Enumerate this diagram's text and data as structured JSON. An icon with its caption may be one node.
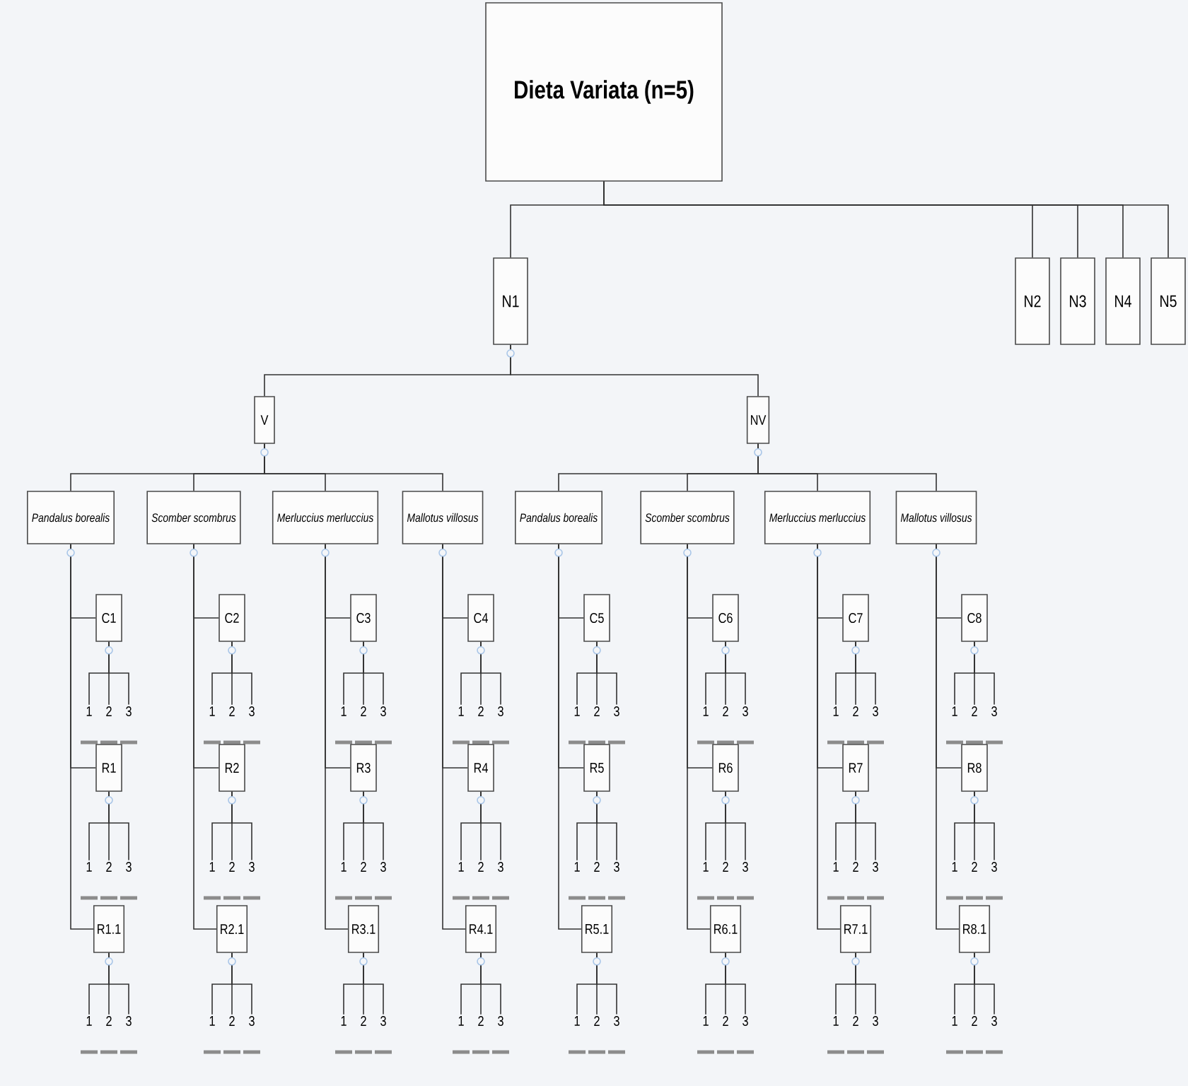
{
  "diagram": {
    "nodes": [
      {
        "text": [
          "Dieta Variata (n=5)"
        ]
      },
      {
        "text": [
          "N1"
        ]
      },
      {
        "text": [
          "N2"
        ]
      },
      {
        "text": [
          "N3"
        ]
      },
      {
        "text": [
          "N4"
        ]
      },
      {
        "text": [
          "N5"
        ]
      },
      {
        "text": [
          "V"
        ]
      },
      {
        "text": [
          "NV"
        ]
      },
      {
        "text": [
          "Pandalus borealis"
        ]
      },
      {
        "text": [
          "Scomber scombrus"
        ]
      },
      {
        "text": [
          "Merluccius merluccius"
        ]
      },
      {
        "text": [
          "Mallotus villosus"
        ]
      },
      {
        "text": [
          "Pandalus borealis"
        ]
      },
      {
        "text": [
          "Scomber scombrus"
        ]
      },
      {
        "text": [
          "Merluccius merluccius"
        ]
      },
      {
        "text": [
          "Mallotus villosus"
        ]
      },
      {
        "text": [
          "C1"
        ]
      },
      {
        "text": [
          "1"
        ]
      },
      {
        "text": [
          "2"
        ]
      },
      {
        "text": [
          "3"
        ]
      },
      {
        "text": [
          "R1"
        ]
      },
      {
        "text": [
          "1"
        ]
      },
      {
        "text": [
          "2"
        ]
      },
      {
        "text": [
          "3"
        ]
      },
      {
        "text": [
          "R1.1"
        ]
      },
      {
        "text": [
          "1"
        ]
      },
      {
        "text": [
          "2"
        ]
      },
      {
        "text": [
          "3"
        ]
      },
      {
        "text": [
          "C2"
        ]
      },
      {
        "text": [
          "1"
        ]
      },
      {
        "text": [
          "2"
        ]
      },
      {
        "text": [
          "3"
        ]
      },
      {
        "text": [
          "R2"
        ]
      },
      {
        "text": [
          "1"
        ]
      },
      {
        "text": [
          "2"
        ]
      },
      {
        "text": [
          "3"
        ]
      },
      {
        "text": [
          "R2.1"
        ]
      },
      {
        "text": [
          "1"
        ]
      },
      {
        "text": [
          "2"
        ]
      },
      {
        "text": [
          "3"
        ]
      },
      {
        "text": [
          "C3"
        ]
      },
      {
        "text": [
          "1"
        ]
      },
      {
        "text": [
          "2"
        ]
      },
      {
        "text": [
          "3"
        ]
      },
      {
        "text": [
          "R3"
        ]
      },
      {
        "text": [
          "1"
        ]
      },
      {
        "text": [
          "2"
        ]
      },
      {
        "text": [
          "3"
        ]
      },
      {
        "text": [
          "R3.1"
        ]
      },
      {
        "text": [
          "1"
        ]
      },
      {
        "text": [
          "2"
        ]
      },
      {
        "text": [
          "3"
        ]
      },
      {
        "text": [
          "C4"
        ]
      },
      {
        "text": [
          "1"
        ]
      },
      {
        "text": [
          "2"
        ]
      },
      {
        "text": [
          "3"
        ]
      },
      {
        "text": [
          "R4"
        ]
      },
      {
        "text": [
          "1"
        ]
      },
      {
        "text": [
          "2"
        ]
      },
      {
        "text": [
          "3"
        ]
      },
      {
        "text": [
          "R4.1"
        ]
      },
      {
        "text": [
          "1"
        ]
      },
      {
        "text": [
          "2"
        ]
      },
      {
        "text": [
          "3"
        ]
      },
      {
        "text": [
          "C5"
        ]
      },
      {
        "text": [
          "1"
        ]
      },
      {
        "text": [
          "2"
        ]
      },
      {
        "text": [
          "3"
        ]
      },
      {
        "text": [
          "R5"
        ]
      },
      {
        "text": [
          "1"
        ]
      },
      {
        "text": [
          "2"
        ]
      },
      {
        "text": [
          "3"
        ]
      },
      {
        "text": [
          "R5.1"
        ]
      },
      {
        "text": [
          "1"
        ]
      },
      {
        "text": [
          "2"
        ]
      },
      {
        "text": [
          "3"
        ]
      },
      {
        "text": [
          "C6"
        ]
      },
      {
        "text": [
          "1"
        ]
      },
      {
        "text": [
          "2"
        ]
      },
      {
        "text": [
          "3"
        ]
      },
      {
        "text": [
          "R6"
        ]
      },
      {
        "text": [
          "1"
        ]
      },
      {
        "text": [
          "2"
        ]
      },
      {
        "text": [
          "3"
        ]
      },
      {
        "text": [
          "R6.1"
        ]
      },
      {
        "text": [
          "1"
        ]
      },
      {
        "text": [
          "2"
        ]
      },
      {
        "text": [
          "3"
        ]
      },
      {
        "text": [
          "C7"
        ]
      },
      {
        "text": [
          "1"
        ]
      },
      {
        "text": [
          "2"
        ]
      },
      {
        "text": [
          "3"
        ]
      },
      {
        "text": [
          "R7"
        ]
      },
      {
        "text": [
          "1"
        ]
      },
      {
        "text": [
          "2"
        ]
      },
      {
        "text": [
          "3"
        ]
      },
      {
        "text": [
          "R7.1"
        ]
      },
      {
        "text": [
          "1"
        ]
      },
      {
        "text": [
          "2"
        ]
      },
      {
        "text": [
          "3"
        ]
      },
      {
        "text": [
          "C8"
        ]
      },
      {
        "text": [
          "1"
        ]
      },
      {
        "text": [
          "2"
        ]
      },
      {
        "text": [
          "3"
        ]
      },
      {
        "text": [
          "R8"
        ]
      },
      {
        "text": [
          "1"
        ]
      },
      {
        "text": [
          "2"
        ]
      },
      {
        "text": [
          "3"
        ]
      },
      {
        "text": [
          "R8.1"
        ]
      },
      {
        "text": [
          "1"
        ]
      },
      {
        "text": [
          "2"
        ]
      },
      {
        "text": [
          "3"
        ]
      }
    ],
    "edges": [
      {
        "from": 0,
        "to": 1,
        "arrow": "none"
      },
      {
        "from": 0,
        "to": 2,
        "arrow": "none"
      },
      {
        "from": 0,
        "to": 3,
        "arrow": "none"
      },
      {
        "from": 0,
        "to": 4,
        "arrow": "none"
      },
      {
        "from": 0,
        "to": 5,
        "arrow": "none"
      },
      {
        "from": 1,
        "to": 6,
        "arrow": "none"
      },
      {
        "from": 1,
        "to": 7,
        "arrow": "none"
      },
      {
        "from": 6,
        "to": 8,
        "arrow": "none"
      },
      {
        "from": 6,
        "to": 9,
        "arrow": "none"
      },
      {
        "from": 6,
        "to": 10,
        "arrow": "none"
      },
      {
        "from": 6,
        "to": 11,
        "arrow": "none"
      },
      {
        "from": 7,
        "to": 12,
        "arrow": "none"
      },
      {
        "from": 7,
        "to": 13,
        "arrow": "none"
      },
      {
        "from": 7,
        "to": 14,
        "arrow": "none"
      },
      {
        "from": 7,
        "to": 15,
        "arrow": "none"
      },
      {
        "from": 8,
        "to": 16,
        "arrow": "none"
      },
      {
        "from": 8,
        "to": 20,
        "arrow": "none"
      },
      {
        "from": 8,
        "to": 24,
        "arrow": "none"
      },
      {
        "from": 16,
        "to": 17,
        "arrow": "none"
      },
      {
        "from": 16,
        "to": 18,
        "arrow": "none"
      },
      {
        "from": 16,
        "to": 19,
        "arrow": "none"
      },
      {
        "from": 20,
        "to": 21,
        "arrow": "none"
      },
      {
        "from": 20,
        "to": 22,
        "arrow": "none"
      },
      {
        "from": 20,
        "to": 23,
        "arrow": "none"
      },
      {
        "from": 24,
        "to": 25,
        "arrow": "none"
      },
      {
        "from": 24,
        "to": 26,
        "arrow": "none"
      },
      {
        "from": 24,
        "to": 27,
        "arrow": "none"
      },
      {
        "from": 9,
        "to": 28,
        "arrow": "none"
      },
      {
        "from": 9,
        "to": 32,
        "arrow": "none"
      },
      {
        "from": 9,
        "to": 36,
        "arrow": "none"
      },
      {
        "from": 28,
        "to": 29,
        "arrow": "none"
      },
      {
        "from": 28,
        "to": 30,
        "arrow": "none"
      },
      {
        "from": 28,
        "to": 31,
        "arrow": "none"
      },
      {
        "from": 32,
        "to": 33,
        "arrow": "none"
      },
      {
        "from": 32,
        "to": 34,
        "arrow": "none"
      },
      {
        "from": 32,
        "to": 35,
        "arrow": "none"
      },
      {
        "from": 36,
        "to": 37,
        "arrow": "none"
      },
      {
        "from": 36,
        "to": 38,
        "arrow": "none"
      },
      {
        "from": 36,
        "to": 39,
        "arrow": "none"
      },
      {
        "from": 10,
        "to": 40,
        "arrow": "none"
      },
      {
        "from": 10,
        "to": 44,
        "arrow": "none"
      },
      {
        "from": 10,
        "to": 48,
        "arrow": "none"
      },
      {
        "from": 40,
        "to": 41,
        "arrow": "none"
      },
      {
        "from": 40,
        "to": 42,
        "arrow": "none"
      },
      {
        "from": 40,
        "to": 43,
        "arrow": "none"
      },
      {
        "from": 44,
        "to": 45,
        "arrow": "none"
      },
      {
        "from": 44,
        "to": 46,
        "arrow": "none"
      },
      {
        "from": 44,
        "to": 47,
        "arrow": "none"
      },
      {
        "from": 48,
        "to": 49,
        "arrow": "none"
      },
      {
        "from": 48,
        "to": 50,
        "arrow": "none"
      },
      {
        "from": 48,
        "to": 51,
        "arrow": "none"
      },
      {
        "from": 11,
        "to": 52,
        "arrow": "none"
      },
      {
        "from": 11,
        "to": 56,
        "arrow": "none"
      },
      {
        "from": 11,
        "to": 60,
        "arrow": "none"
      },
      {
        "from": 52,
        "to": 53,
        "arrow": "none"
      },
      {
        "from": 52,
        "to": 54,
        "arrow": "none"
      },
      {
        "from": 52,
        "to": 55,
        "arrow": "none"
      },
      {
        "from": 56,
        "to": 57,
        "arrow": "none"
      },
      {
        "from": 56,
        "to": 58,
        "arrow": "none"
      },
      {
        "from": 56,
        "to": 59,
        "arrow": "none"
      },
      {
        "from": 60,
        "to": 61,
        "arrow": "none"
      },
      {
        "from": 60,
        "to": 62,
        "arrow": "none"
      },
      {
        "from": 60,
        "to": 63,
        "arrow": "none"
      },
      {
        "from": 12,
        "to": 64,
        "arrow": "none"
      },
      {
        "from": 12,
        "to": 68,
        "arrow": "none"
      },
      {
        "from": 12,
        "to": 72,
        "arrow": "none"
      },
      {
        "from": 64,
        "to": 65,
        "arrow": "none"
      },
      {
        "from": 64,
        "to": 66,
        "arrow": "none"
      },
      {
        "from": 64,
        "to": 67,
        "arrow": "none"
      },
      {
        "from": 68,
        "to": 69,
        "arrow": "none"
      },
      {
        "from": 68,
        "to": 70,
        "arrow": "none"
      },
      {
        "from": 68,
        "to": 71,
        "arrow": "none"
      },
      {
        "from": 72,
        "to": 73,
        "arrow": "none"
      },
      {
        "from": 72,
        "to": 74,
        "arrow": "none"
      },
      {
        "from": 72,
        "to": 75,
        "arrow": "none"
      },
      {
        "from": 13,
        "to": 76,
        "arrow": "none"
      },
      {
        "from": 13,
        "to": 80,
        "arrow": "none"
      },
      {
        "from": 13,
        "to": 84,
        "arrow": "none"
      },
      {
        "from": 76,
        "to": 77,
        "arrow": "none"
      },
      {
        "from": 76,
        "to": 78,
        "arrow": "none"
      },
      {
        "from": 76,
        "to": 79,
        "arrow": "none"
      },
      {
        "from": 80,
        "to": 81,
        "arrow": "none"
      },
      {
        "from": 80,
        "to": 82,
        "arrow": "none"
      },
      {
        "from": 80,
        "to": 83,
        "arrow": "none"
      },
      {
        "from": 84,
        "to": 85,
        "arrow": "none"
      },
      {
        "from": 84,
        "to": 86,
        "arrow": "none"
      },
      {
        "from": 84,
        "to": 87,
        "arrow": "none"
      },
      {
        "from": 14,
        "to": 88,
        "arrow": "none"
      },
      {
        "from": 14,
        "to": 92,
        "arrow": "none"
      },
      {
        "from": 14,
        "to": 96,
        "arrow": "none"
      },
      {
        "from": 88,
        "to": 89,
        "arrow": "none"
      },
      {
        "from": 88,
        "to": 90,
        "arrow": "none"
      },
      {
        "from": 88,
        "to": 91,
        "arrow": "none"
      },
      {
        "from": 92,
        "to": 93,
        "arrow": "none"
      },
      {
        "from": 92,
        "to": 94,
        "arrow": "none"
      },
      {
        "from": 92,
        "to": 95,
        "arrow": "none"
      },
      {
        "from": 96,
        "to": 97,
        "arrow": "none"
      },
      {
        "from": 96,
        "to": 98,
        "arrow": "none"
      },
      {
        "from": 96,
        "to": 99,
        "arrow": "none"
      },
      {
        "from": 15,
        "to": 100,
        "arrow": "none"
      },
      {
        "from": 15,
        "to": 104,
        "arrow": "none"
      },
      {
        "from": 15,
        "to": 108,
        "arrow": "none"
      },
      {
        "from": 100,
        "to": 101,
        "arrow": "none"
      },
      {
        "from": 100,
        "to": 102,
        "arrow": "none"
      },
      {
        "from": 100,
        "to": 103,
        "arrow": "none"
      },
      {
        "from": 104,
        "to": 105,
        "arrow": "none"
      },
      {
        "from": 104,
        "to": 106,
        "arrow": "none"
      },
      {
        "from": 104,
        "to": 107,
        "arrow": "none"
      },
      {
        "from": 108,
        "to": 109,
        "arrow": "none"
      },
      {
        "from": 108,
        "to": 110,
        "arrow": "none"
      },
      {
        "from": 108,
        "to": 111,
        "arrow": "none"
      }
    ]
  }
}
